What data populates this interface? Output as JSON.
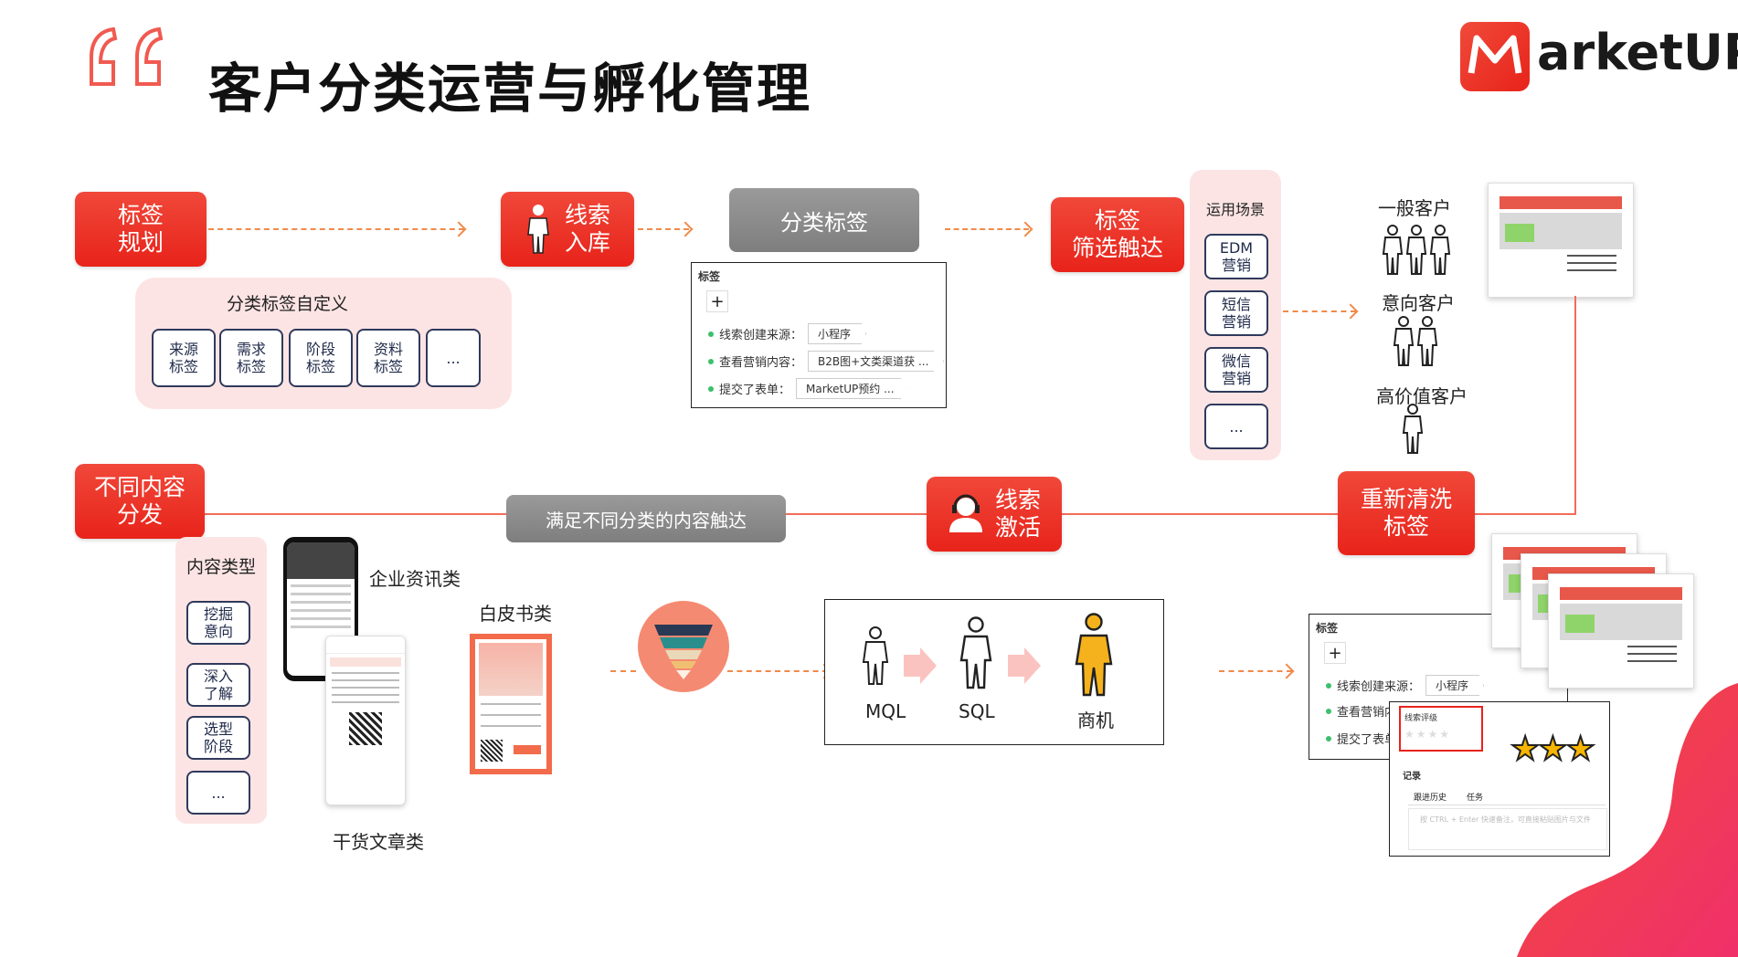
{
  "header": {
    "title": "客户分类运营与孵化管理",
    "logo_text": "arketUP",
    "logo_letter": "M",
    "brand_color": "#e8231a"
  },
  "top_row": {
    "tag_planning": "标签\n规划",
    "lead_storage": "线索\n入库",
    "category_tags": "分类标签",
    "tag_filter": "标签\n筛选触达",
    "custom_panel": {
      "title": "分类标签自定义",
      "tags": [
        "来源\n标签",
        "需求\n标签",
        "阶段\n标签",
        "资料\n标签",
        "..."
      ]
    },
    "tag_card": {
      "title": "标签",
      "add": "+",
      "rows": [
        {
          "label": "线索创建来源：",
          "value": "小程序"
        },
        {
          "label": "查看营销内容：",
          "value": "B2B图+文类渠道获 ..."
        },
        {
          "label": "提交了表单：",
          "value": "MarketUP预约 ..."
        }
      ]
    },
    "scenarios": {
      "title": "运用场景",
      "items": [
        "EDM\n营销",
        "短信\n营销",
        "微信\n营销",
        "..."
      ]
    },
    "customers": {
      "general": "一般客户",
      "intent": "意向客户",
      "high_value": "高价值客户"
    }
  },
  "bottom_row": {
    "content_dist": "不同内容\n分发",
    "content_reach": "满足不同分类的内容触达",
    "lead_activate": "线索\n激活",
    "re_tag": "重新清洗\n标签",
    "content_types": {
      "title": "内容类型",
      "items": [
        "挖掘\n意向",
        "深入\n了解",
        "选型\n阶段",
        "..."
      ]
    },
    "labels": {
      "enterprise_news": "企业资讯类",
      "whitepaper": "白皮书类",
      "articles": "干货文章类"
    },
    "funnel": {
      "stages": [
        "MQL",
        "SQL",
        "商机"
      ]
    },
    "tag_card2": {
      "title": "标签",
      "add": "+",
      "rows": [
        {
          "label": "线索创建来源：",
          "value": "小程序"
        },
        {
          "label": "查看营销内",
          "value": ""
        },
        {
          "label": "提交了表单",
          "value": ""
        }
      ]
    },
    "rating_card": {
      "rating_label": "线索评级",
      "stars": 3,
      "record_label": "记录",
      "tabs": [
        "跟进历史",
        "任务"
      ],
      "input_placeholder": "按 CTRL + Enter 快速备注，可直接粘贴图片与文件"
    }
  }
}
